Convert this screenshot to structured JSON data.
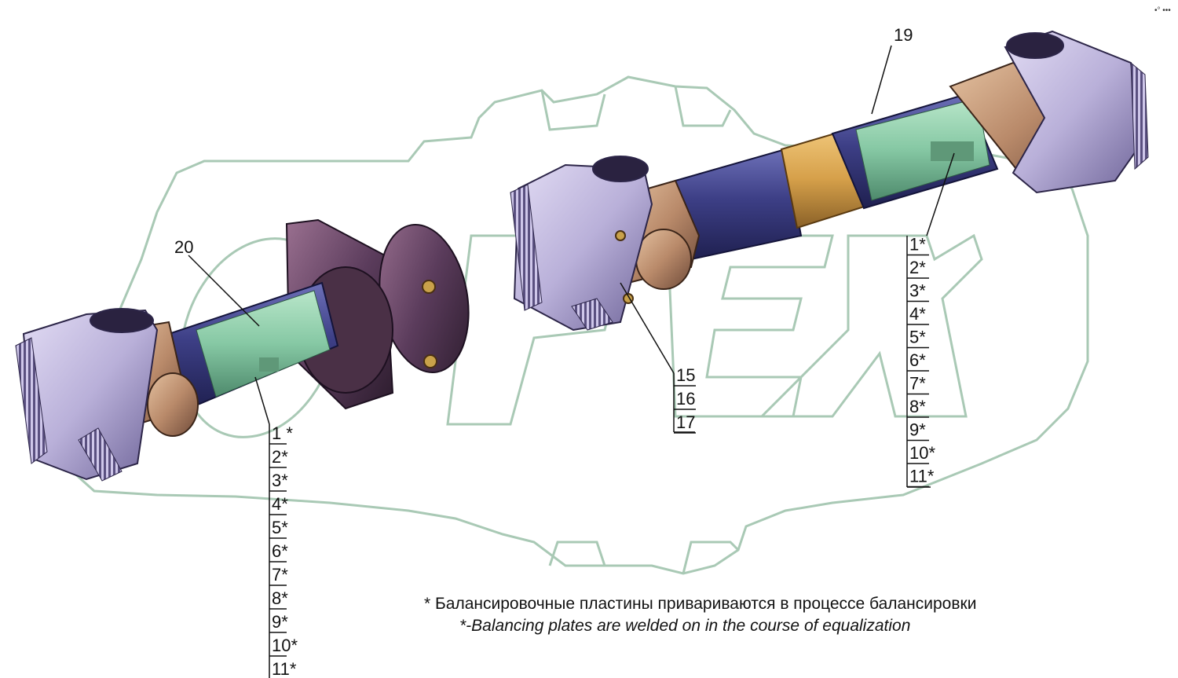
{
  "callouts": {
    "left_shaft_ref": "20",
    "right_shaft_ref": "19",
    "joint_refs": [
      "15",
      "16",
      "17"
    ],
    "left_stack": [
      "1 *",
      "2*",
      "3*",
      "4*",
      "5*",
      "6*",
      "7*",
      "8*",
      "9*",
      "10*",
      "11*"
    ],
    "right_stack": [
      "1*",
      "2*",
      "3*",
      "4*",
      "5*",
      "6*",
      "7*",
      "8*",
      "9*",
      "10*",
      "11*"
    ]
  },
  "notes": {
    "russian": "* Балансировочные пластины привариваются в процессе балансировки",
    "english": "*-Balancing plates are welded on in the course of equalization"
  },
  "corner_mark": "•° •••",
  "colors": {
    "watermark": "#a9c9b5",
    "shaft_blue": "#3d3f86",
    "shaft_green": "#86c8a4",
    "yoke_lavender": "#b9b0d9",
    "bearing_bronze": "#b98a6a",
    "tube_orange": "#d6a04a",
    "flange_purple": "#5b3c5c",
    "leader": "#111111"
  },
  "icons": [
    "gear-watermark-icon",
    "cardan-shaft-left",
    "cardan-shaft-right"
  ]
}
